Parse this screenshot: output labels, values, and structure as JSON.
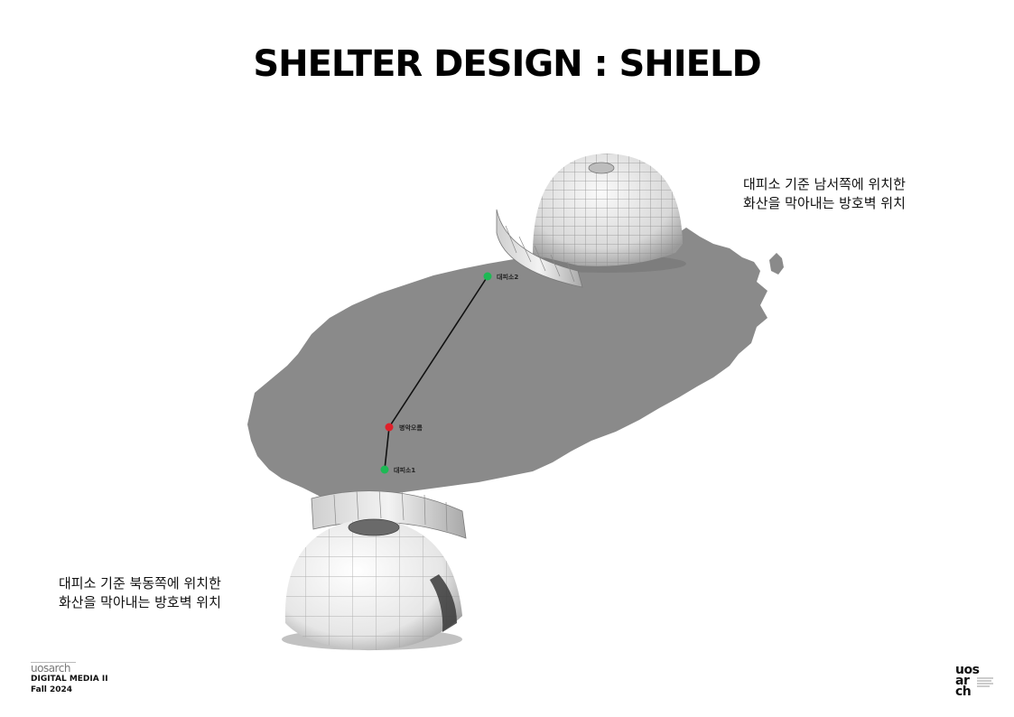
{
  "title": "SHELTER DESIGN : SHIELD",
  "captions": {
    "top": [
      "대피소 기준 남서쪽에 위치한",
      "화산을 막아내는 방호벽 위치"
    ],
    "bottom": [
      "대피소 기준 북동쪽에 위치한",
      "화산을 막아내는 방호벽 위치"
    ]
  },
  "map": {
    "island_color": "#8a8a8a",
    "route_color": "#111111",
    "points": [
      {
        "label": "대피소2",
        "color": "#1db954"
      },
      {
        "label": "병악오름",
        "color": "#e0202a"
      },
      {
        "label": "대피소1",
        "color": "#1db954"
      }
    ]
  },
  "footer": {
    "logo_small": "uosarch",
    "course": "DIGITAL MEDIA II",
    "term": "Fall 2024",
    "logo_big": [
      "uos",
      "ar",
      "ch"
    ]
  }
}
